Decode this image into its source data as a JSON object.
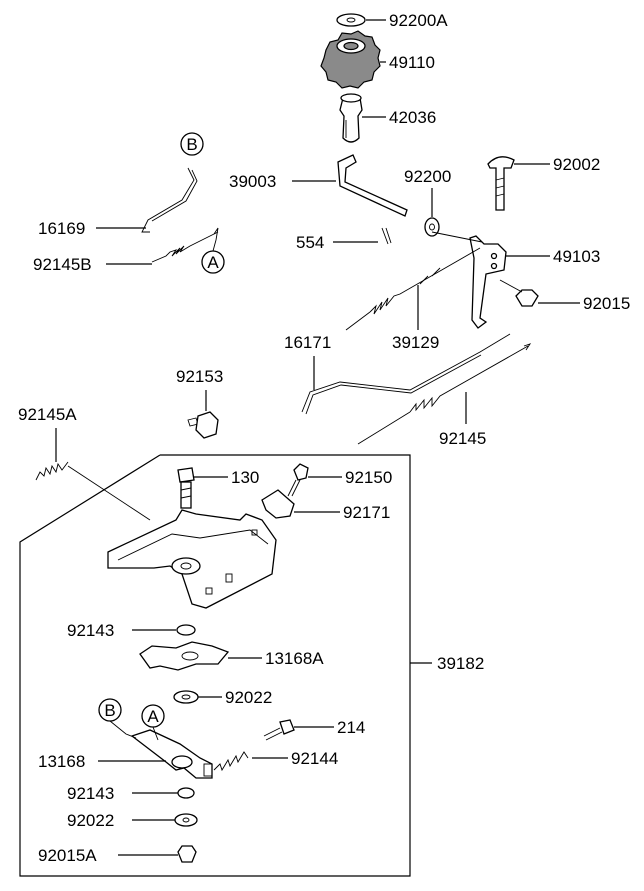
{
  "labels": {
    "p92200A": "92200A",
    "p49110": "49110",
    "p42036": "42036",
    "p39003": "39003",
    "p92200": "92200",
    "p92002": "92002",
    "p16169": "16169",
    "p92145B": "92145B",
    "p554": "554",
    "p49103": "49103",
    "p92015": "92015",
    "p16171": "16171",
    "p39129": "39129",
    "p92153": "92153",
    "p92145A": "92145A",
    "p92145": "92145",
    "p130": "130",
    "p92150": "92150",
    "p92171": "92171",
    "p92143a": "92143",
    "p13168A": "13168A",
    "p39182": "39182",
    "p92022a": "92022",
    "p214": "214",
    "p13168": "13168",
    "p92144": "92144",
    "p92143b": "92143",
    "p92022b": "92022",
    "p92015A": "92015A"
  },
  "markers": {
    "b_top": "B",
    "a_top": "A",
    "b_bottom": "B",
    "a_bottom": "A"
  }
}
